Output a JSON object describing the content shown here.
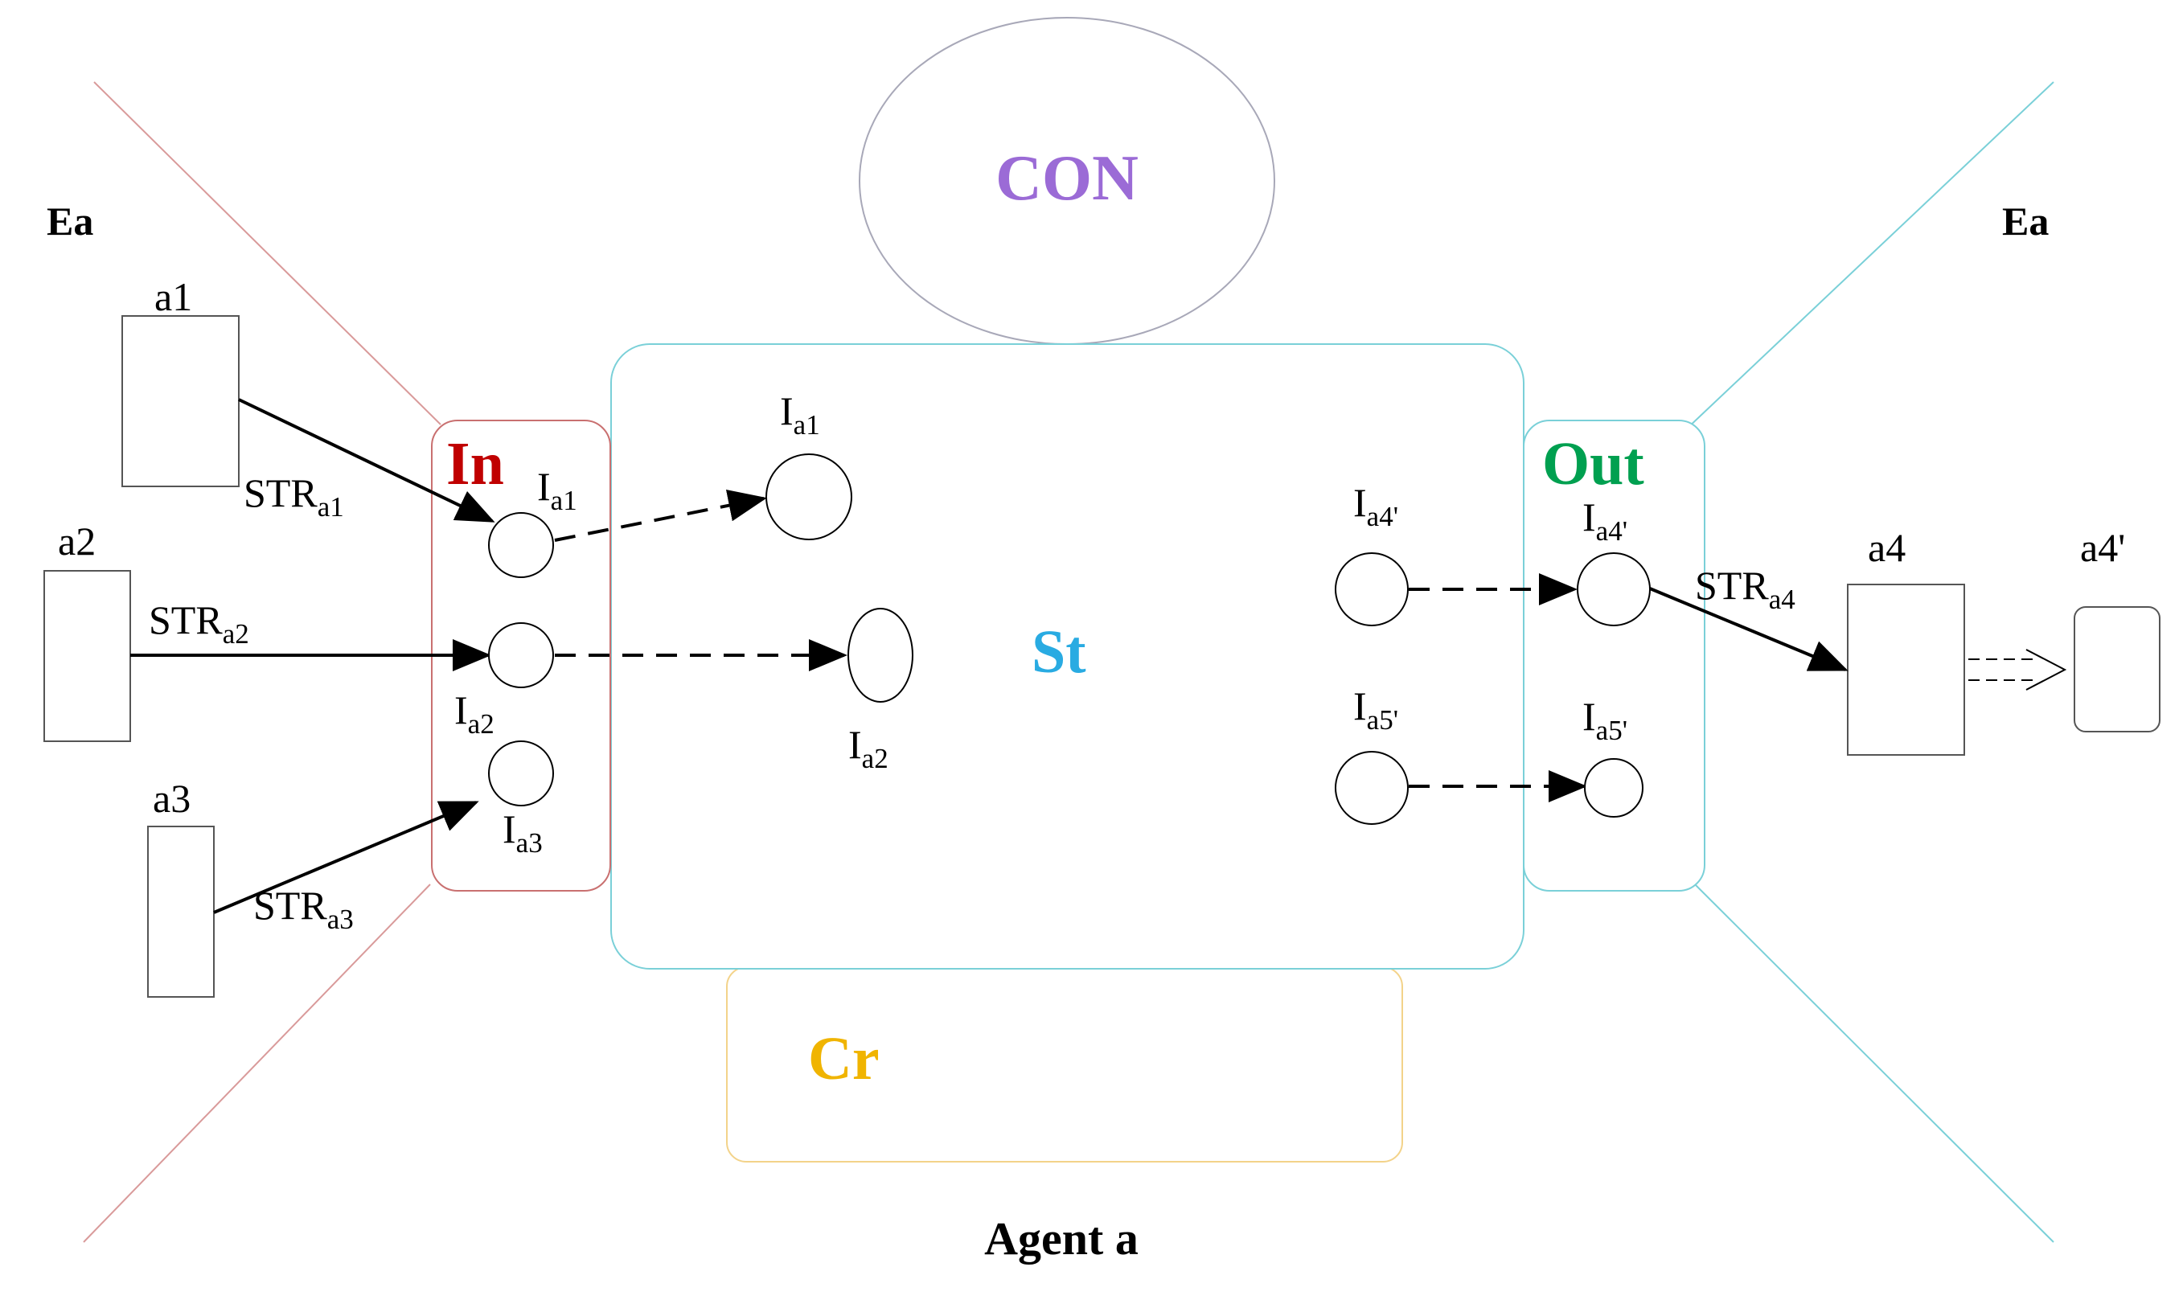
{
  "colors": {
    "in": "#c00000",
    "out": "#00a050",
    "st": "#29abe2",
    "con": "#9b6bd6",
    "cr": "#f0b400",
    "in_border": "#c97070",
    "frame": "#7ad0d8"
  },
  "env_left": "Ea",
  "env_right": "Ea",
  "caption": "Agent a",
  "regions": {
    "con": "CON",
    "in": "In",
    "st": "St",
    "out": "Out",
    "cr": "Cr"
  },
  "entities": {
    "a1": "a1",
    "a2": "a2",
    "a3": "a3",
    "a4": "a4",
    "a4p": "a4'"
  },
  "streams": {
    "a1": {
      "base": "STR",
      "sub": "a1"
    },
    "a2": {
      "base": "STR",
      "sub": "a2"
    },
    "a3": {
      "base": "STR",
      "sub": "a3"
    },
    "a4": {
      "base": "STR",
      "sub": "a4"
    }
  },
  "interfaces": {
    "in_a1": {
      "base": "I",
      "sub": "a1"
    },
    "in_a2": {
      "base": "I",
      "sub": "a2"
    },
    "in_a3": {
      "base": "I",
      "sub": "a3"
    },
    "st_a1": {
      "base": "I",
      "sub": "a1"
    },
    "st_a2": {
      "base": "I",
      "sub": "a2"
    },
    "st_a4p": {
      "base": "I",
      "sub": "a4'"
    },
    "st_a5p": {
      "base": "I",
      "sub": "a5'"
    },
    "out_a4p": {
      "base": "I",
      "sub": "a4'"
    },
    "out_a5p": {
      "base": "I",
      "sub": "a5'"
    }
  }
}
